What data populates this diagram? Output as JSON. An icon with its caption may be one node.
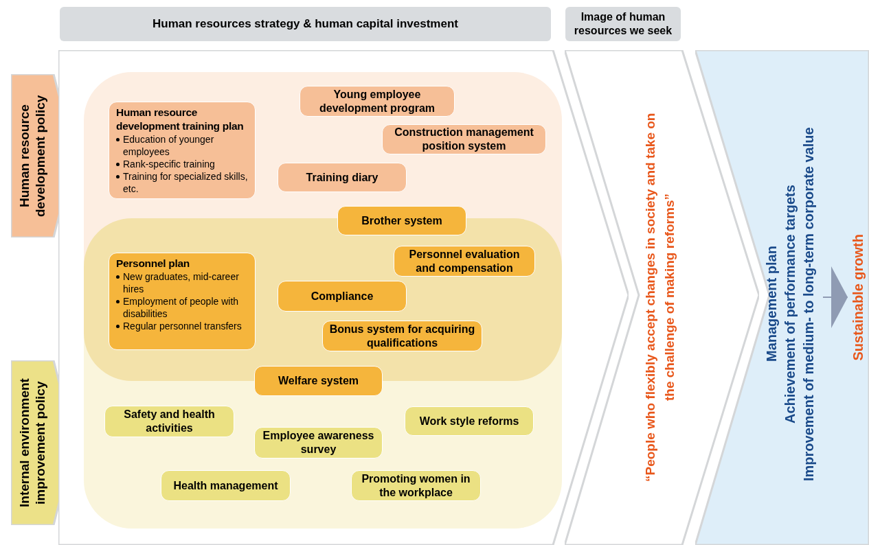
{
  "diagram": {
    "nodes": [
      {
        "text": [
          "Human resources strategy & human capital investment"
        ]
      },
      {
        "text": [
          "Image of human resources we seek"
        ]
      },
      {
        "text": [
          "Human resource development policy"
        ]
      },
      {
        "text": [
          "Internal environment improvement policy"
        ]
      },
      {
        "text": [],
        "shape": "chevron"
      },
      {
        "text": [],
        "shape": "box",
        "in": 4
      },
      {
        "text": [],
        "shape": "box",
        "in": 4
      },
      {
        "text": [],
        "shape": "box",
        "in": 4
      },
      {
        "text": [
          "Human resource development training plan",
          "Education of younger employees",
          "Rank-specific training",
          "Training for specialized skills, etc."
        ],
        "in": 5
      },
      {
        "text": [
          "Young employee development program"
        ],
        "in": 5
      },
      {
        "text": [
          "Construction management position system"
        ],
        "in": 5
      },
      {
        "text": [
          "Training diary"
        ],
        "in": 5
      },
      {
        "text": [
          "Brother system"
        ],
        "in": 4
      },
      {
        "text": [
          "Personnel plan",
          "New graduates, mid-career hires",
          "Employment of people with disabilities",
          "Regular personnel transfers"
        ],
        "in": 6
      },
      {
        "text": [
          "Personnel evaluation and compensation"
        ],
        "in": 6
      },
      {
        "text": [
          "Compliance"
        ],
        "in": 6
      },
      {
        "text": [
          "Bonus system for acquiring qualifications"
        ],
        "in": 6
      },
      {
        "text": [
          "Welfare system"
        ],
        "in": 4
      },
      {
        "text": [
          "Safety and health activities"
        ],
        "in": 7
      },
      {
        "text": [
          "Work style reforms"
        ],
        "in": 7
      },
      {
        "text": [
          "Employee awareness survey"
        ],
        "in": 7
      },
      {
        "text": [
          "Health management"
        ],
        "in": 7
      },
      {
        "text": [
          "Promoting women in the workplace"
        ],
        "in": 7
      },
      {
        "text": [
          "“People who flexibly accept changes in society and take on the challenge of making reforms”"
        ]
      },
      {
        "text": [],
        "shape": "chevron"
      },
      {
        "text": [
          "Management plan",
          "Achievement of performance targets",
          "Improvement of medium- to long-term corporate value"
        ],
        "in": 24
      },
      {
        "text": [
          "Sustainable growth"
        ],
        "in": 24
      }
    ],
    "edges": [
      {
        "from": 25,
        "to": 26,
        "arrow": "to"
      }
    ]
  }
}
